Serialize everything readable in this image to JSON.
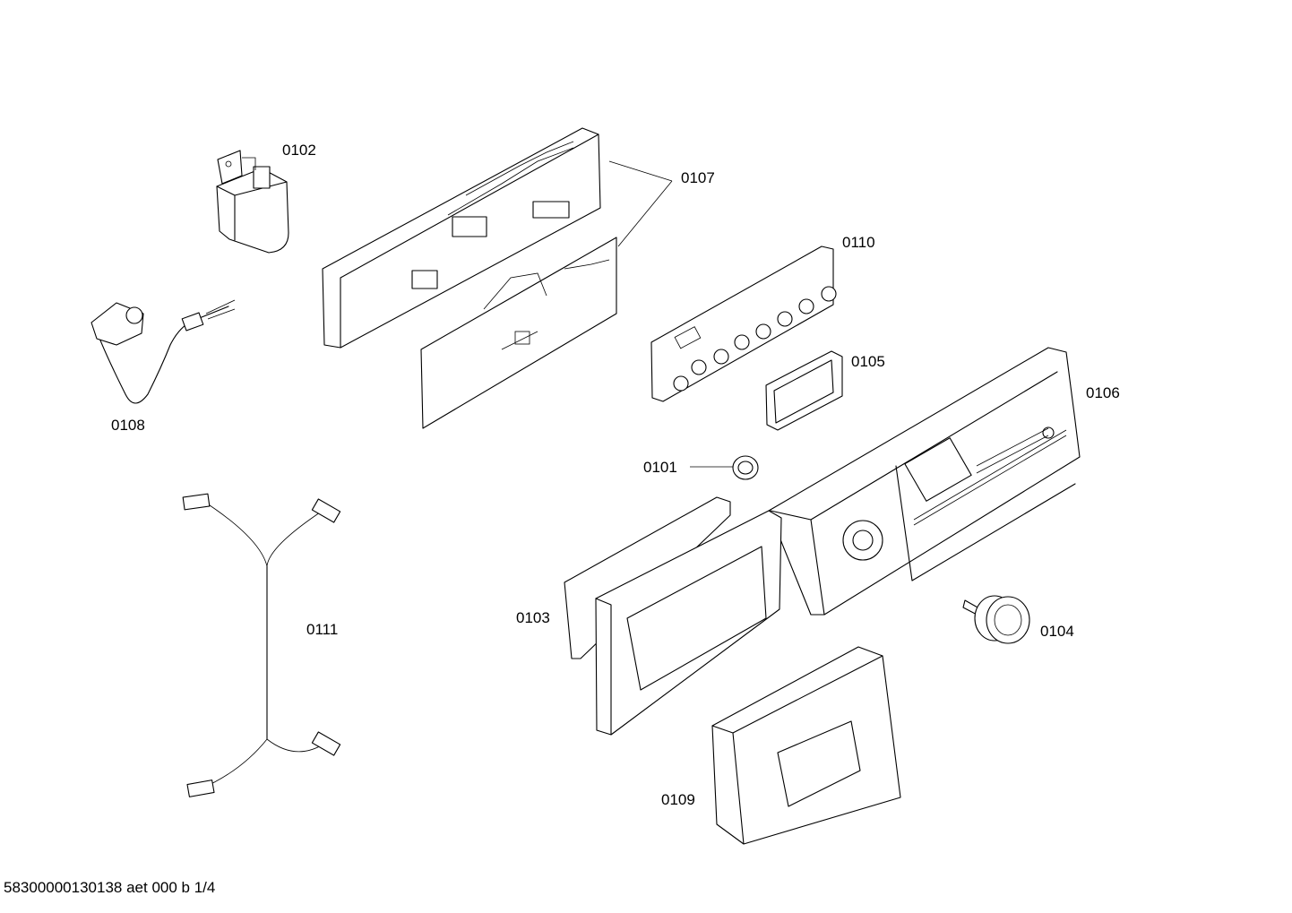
{
  "parts": [
    {
      "id": "0101"
    },
    {
      "id": "0102"
    },
    {
      "id": "0103"
    },
    {
      "id": "0104"
    },
    {
      "id": "0105"
    },
    {
      "id": "0106"
    },
    {
      "id": "0107"
    },
    {
      "id": "0108"
    },
    {
      "id": "0109"
    },
    {
      "id": "0110"
    },
    {
      "id": "0111"
    }
  ],
  "footer": "58300000130138 aet 000 b 1/4"
}
